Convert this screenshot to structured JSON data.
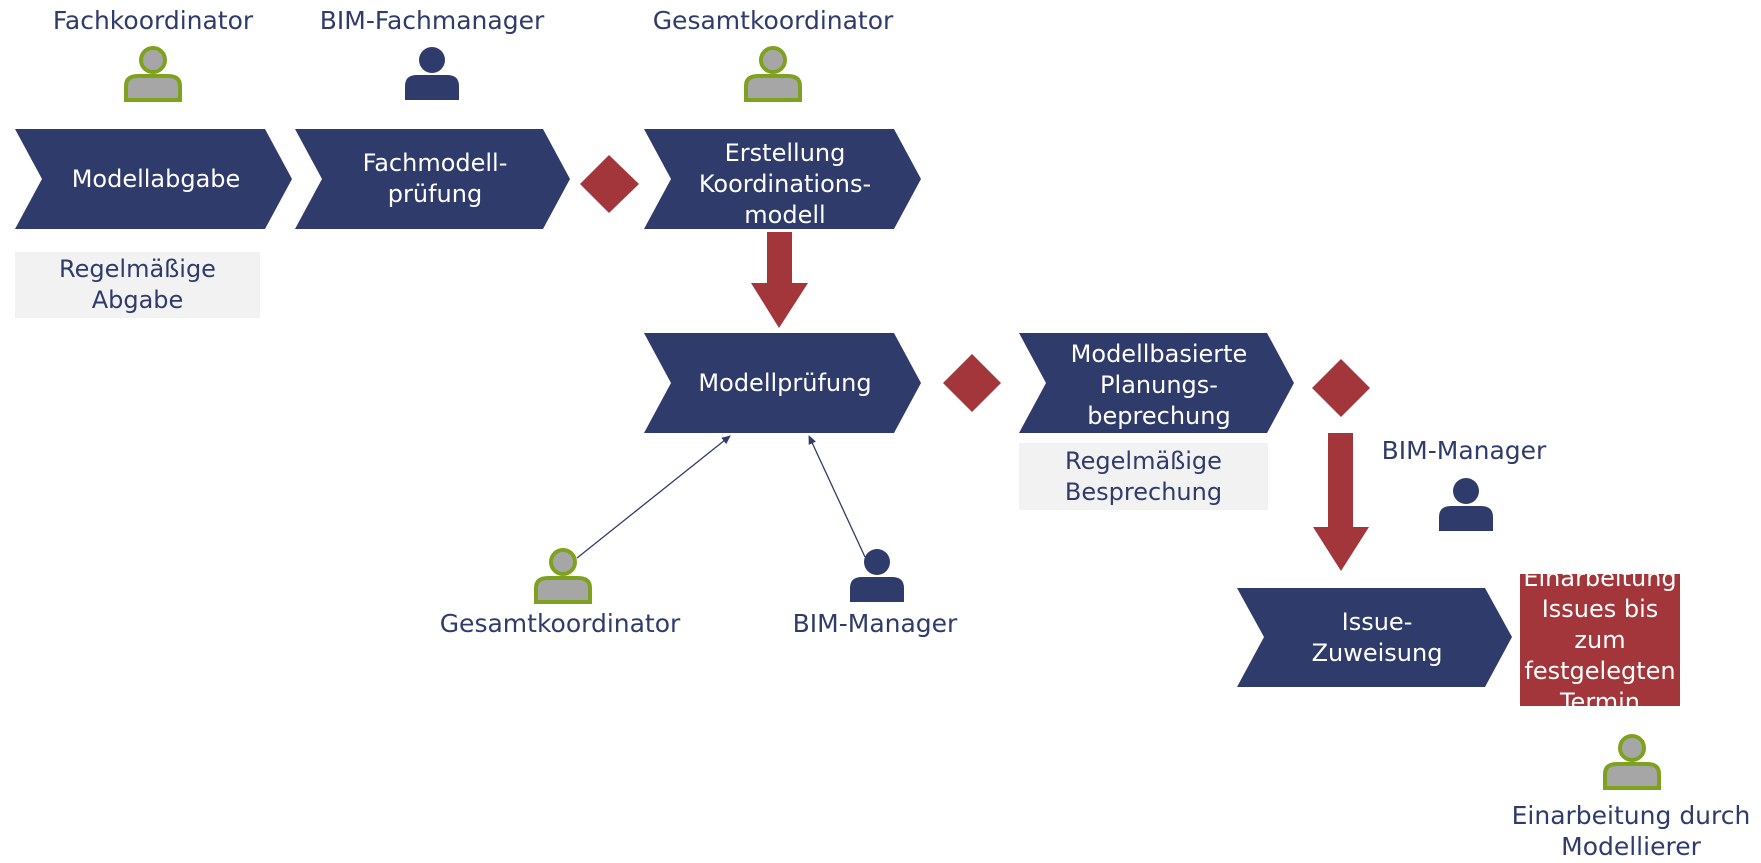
{
  "roles": {
    "fachkoordinator": "Fachkoordinator",
    "bim_fachmanager": "BIM-Fachmanager",
    "gesamtkoordinator_top": "Gesamtkoordinator",
    "gesamtkoordinator_bottom": "Gesamtkoordinator",
    "bim_manager_center": "BIM-Manager",
    "bim_manager_right": "BIM-Manager",
    "modellierer": "Einarbeitung durch\nModellierer"
  },
  "steps": {
    "modellabgabe": "Modellabgabe",
    "fachmodellpruefung": "Fachmodell-\nprüfung",
    "erstellung": "Erstellung\nKoordinations-\nmodell",
    "modellpruefung": "Modellprüfung",
    "planungsbesprechung": "Modellbasierte\nPlanungs-\nbeprechung",
    "issue_zuweisung": "Issue-\nZuweisung"
  },
  "notes": {
    "abgabe": "Regelmäßige\nAbgabe",
    "besprechung": "Regelmäßige\nBesprechung"
  },
  "final_step": "Einarbeitung\nIssues bis zum\nfestgelegten\nTermin",
  "colors": {
    "navy": "#2f3b6b",
    "red": "#a3363a",
    "green": "#7fa120",
    "gray_fill": "#a6a6a6",
    "note_bg": "#f2f2f2"
  },
  "icons": {
    "person_green": "person-outline-green-icon",
    "person_navy": "person-solid-navy-icon",
    "decision": "diamond-icon"
  }
}
